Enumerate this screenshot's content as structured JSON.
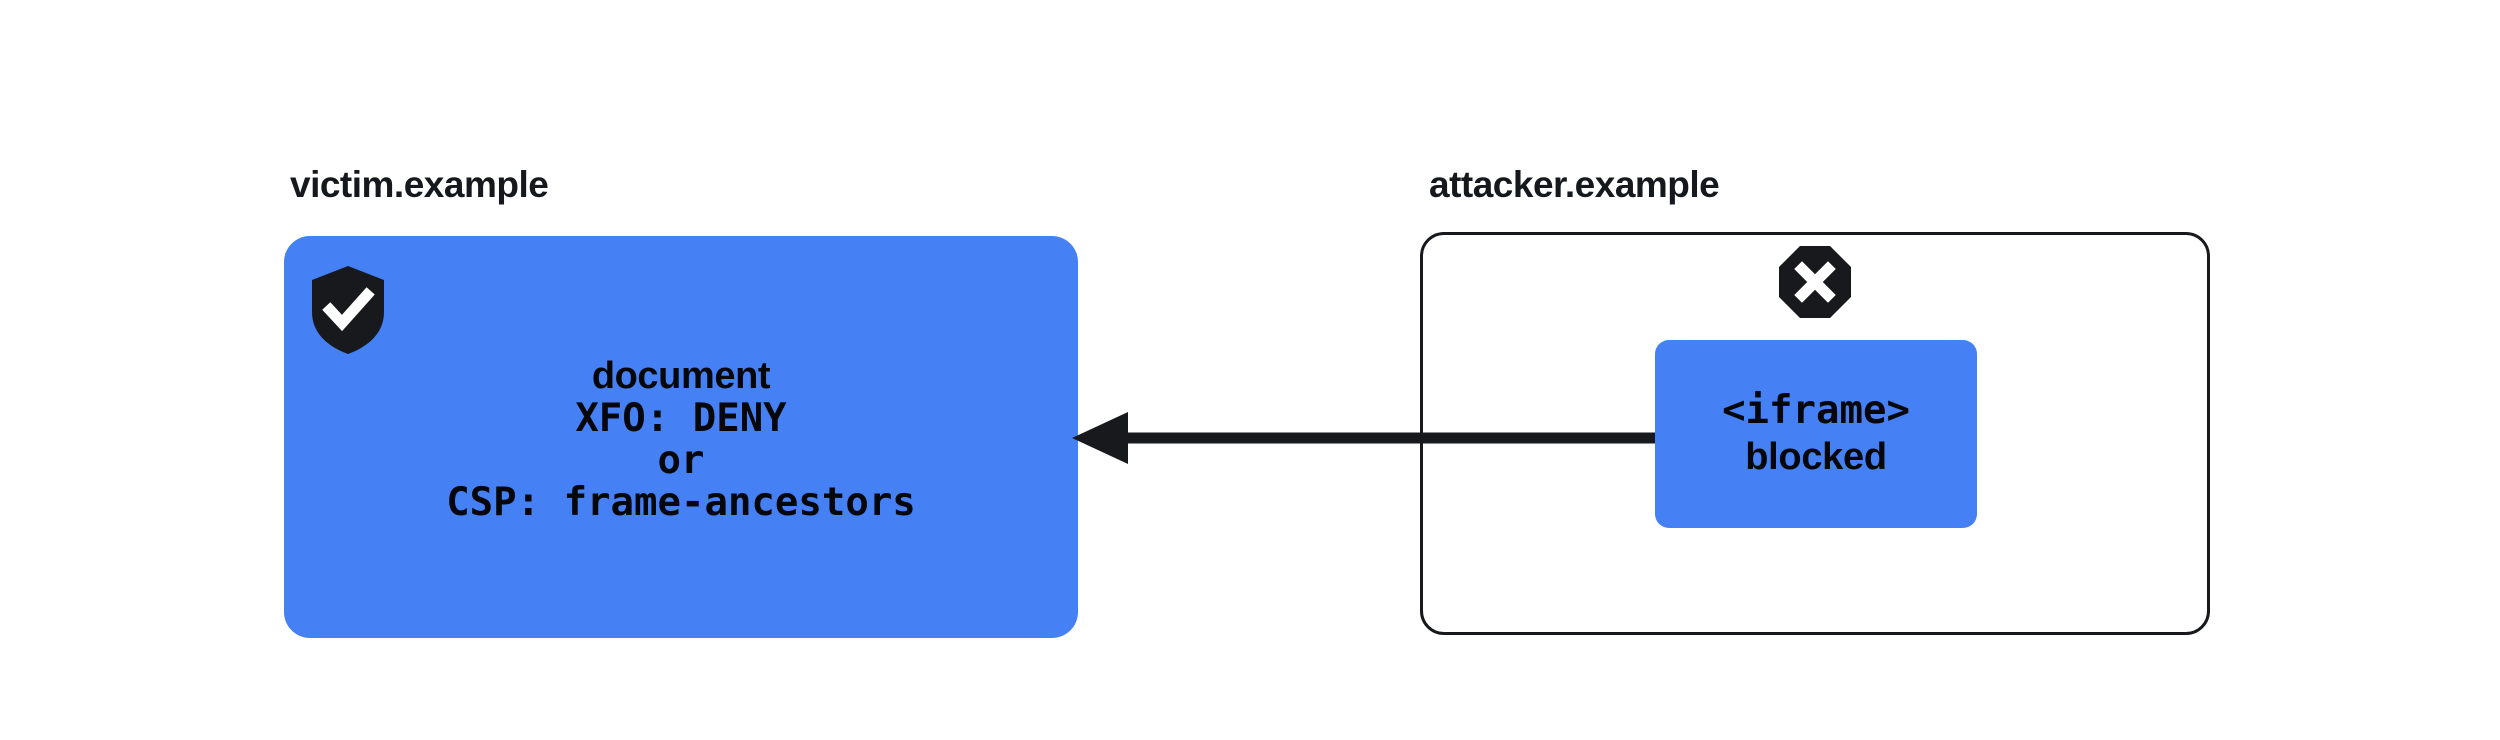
{
  "diagram": {
    "title_victim": "victim.example",
    "title_attacker": "attacker.example",
    "colors": {
      "origin_blue": "#4580f5",
      "ink": "#15181c",
      "code_ink": "#05070a",
      "outline": "#17191d",
      "page_background": "#ffffff"
    }
  },
  "victim": {
    "label": "victim.example",
    "status_icon": "shield-check-icon",
    "resource_label": "document",
    "headers": [
      "XFO: DENY",
      "or",
      "CSP: frame-ancestors"
    ]
  },
  "attacker": {
    "label": "attacker.example",
    "status_icon": "octagon-x-icon",
    "embed": {
      "tag": "<iframe>",
      "state": "blocked"
    }
  },
  "arrow": {
    "name": "framing-attempt-arrow",
    "direction": "right-to-left",
    "from": "attacker.example",
    "to": "victim.example"
  }
}
